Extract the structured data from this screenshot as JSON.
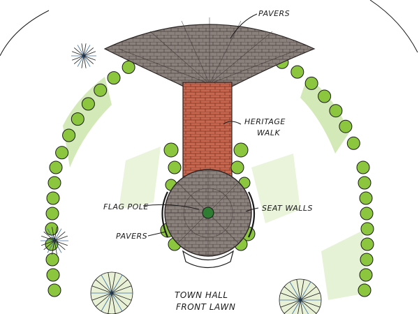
{
  "labels": {
    "pavers_top": "PAVERS",
    "heritage_line1": "HERITAGE",
    "heritage_line2": "WALK",
    "flag_pole": "FLAG POLE",
    "seat_walls": "SEAT WALLS",
    "pavers_bottom": "PAVERS",
    "lawn_line1": "TOWN HALL",
    "lawn_line2": "FRONT LAWN"
  },
  "colors": {
    "hedge": "#8cc63f",
    "lawn": "#c9e4a6",
    "pavers": "#7a6e6a",
    "brick": "#c8664e",
    "ink": "#1a1a1a"
  }
}
